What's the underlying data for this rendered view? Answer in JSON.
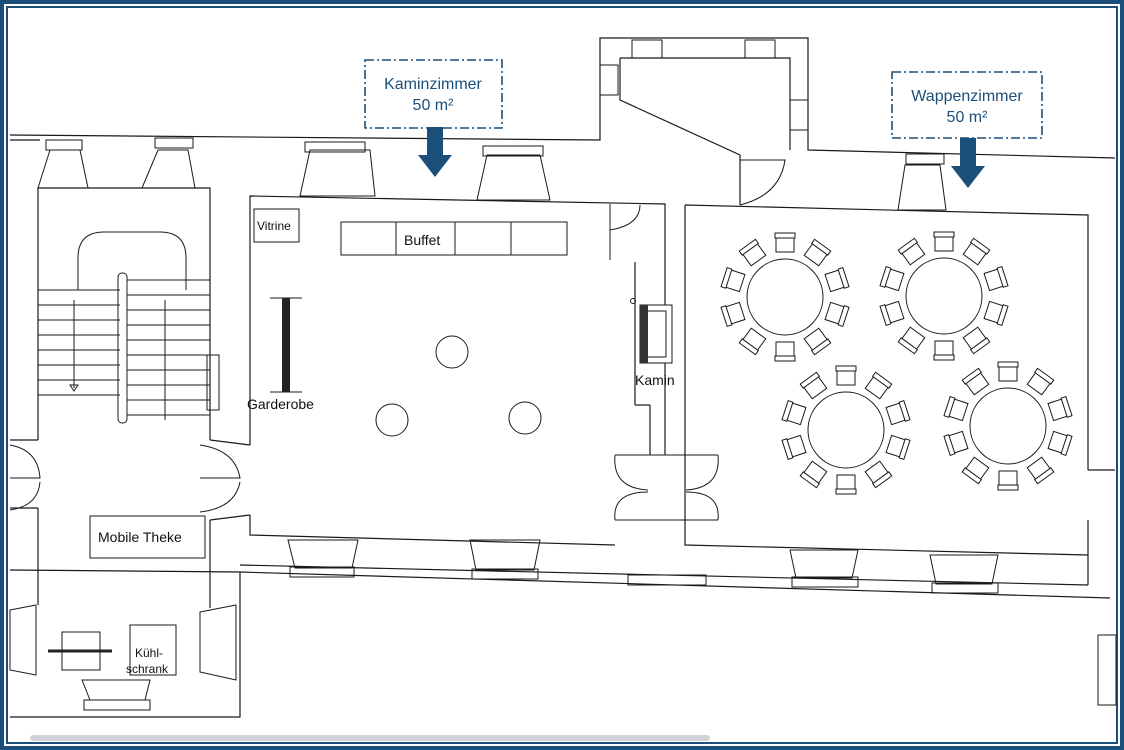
{
  "rooms": {
    "kaminzimmer": {
      "name": "Kaminzimmer",
      "size": "50 m²"
    },
    "wappenzimmer": {
      "name": "Wappenzimmer",
      "size": "50 m²"
    }
  },
  "labels": {
    "vitrine": "Vitrine",
    "buffet": "Buffet",
    "garderobe": "Garderobe",
    "kamin": "Kamin",
    "mobile_theke": "Mobile Theke",
    "kuehlschrank_line1": "Kühl-",
    "kuehlschrank_line2": "schrank"
  },
  "colors": {
    "accent": "#1b4f7a",
    "walls": "#1a1a1a",
    "background": "#ffffff"
  }
}
